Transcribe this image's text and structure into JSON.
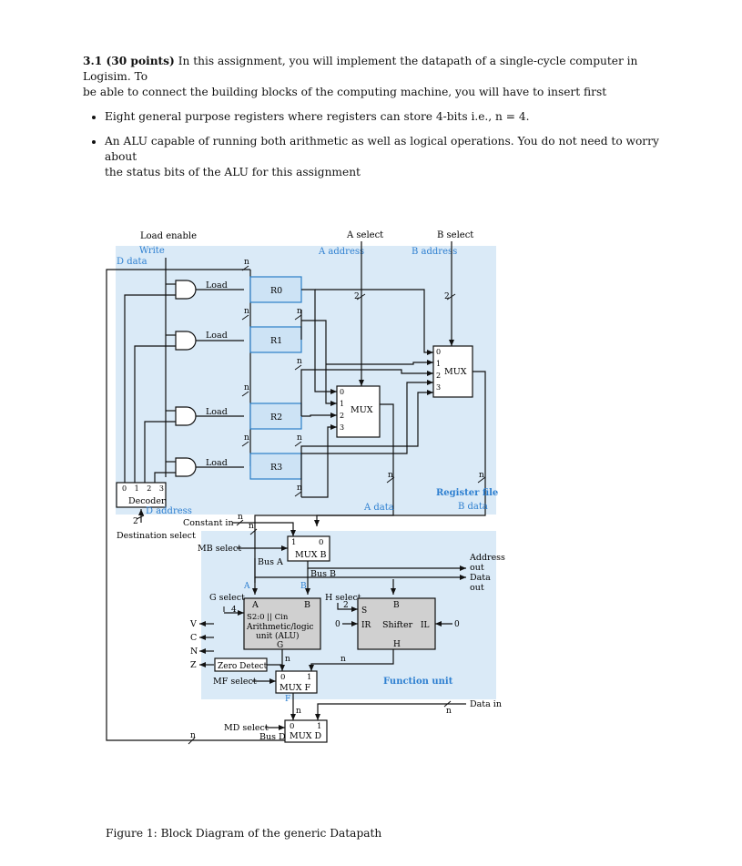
{
  "intro": {
    "heading": "3.1 (30 points)",
    "sentence_1": "In this assignment, you will implement the datapath of a single-cycle computer in Logisim. To",
    "sentence_2": "be able to connect the building blocks of the computing machine, you will have to insert first",
    "bullets": [
      "Eight general purpose registers where registers can store 4-bits i.e., n = 4.",
      "An ALU capable of running both arithmetic as well as logical operations. You do not need to worry about",
      "the status bits of the ALU for this assignment"
    ]
  },
  "diagram": {
    "labels": {
      "load_enable": "Load enable",
      "write": "Write",
      "d_data": "D data",
      "a_select": "A select",
      "a_address": "A address",
      "b_select": "B select",
      "b_address": "B address",
      "load": "Load",
      "registers": [
        "R0",
        "R1",
        "R2",
        "R3"
      ],
      "mux": "MUX",
      "mux_inputs": [
        "0",
        "1",
        "2",
        "3"
      ],
      "bus_width": "n",
      "select_width": "2",
      "decoder_outputs": "0 1 2 3",
      "decoder": "Decoder",
      "d_address": "D address",
      "destination_select": "Destination select",
      "constant_in": "Constant in",
      "mb_select": "MB select",
      "mux_b": "MUX B",
      "one": "1",
      "zero": "0",
      "bus_a": "Bus A",
      "bus_b": "Bus B",
      "a_data": "A data",
      "register_file": "Register file",
      "b_data": "B data",
      "address_out": "Address",
      "out": "out",
      "data_out": "Data",
      "g_select": "G select",
      "alu_a": "A",
      "alu_b": "B",
      "alu_sel": "S2:0 || Cin",
      "alu_name_1": "Arithmetic/logic",
      "alu_name_2": "unit (ALU)",
      "alu_g": "G",
      "g_sel_width": "4",
      "flags": [
        "V",
        "C",
        "N",
        "Z"
      ],
      "zero_detect": "Zero Detect",
      "h_select": "H select",
      "h_sel_width": "2",
      "shifter_s": "S",
      "shifter_ir": "IR",
      "shifter": "Shifter",
      "shifter_il": "IL",
      "shifter_b": "B",
      "shifter_h": "H",
      "function_unit": "Function unit",
      "mf_select": "MF select",
      "mux_f": "MUX F",
      "f": "F",
      "data_in": "Data in",
      "md_select": "MD select",
      "mux_d": "MUX D",
      "bus_d": "Bus D"
    }
  },
  "caption": "Figure 1: Block Diagram of the generic Datapath",
  "colors": {
    "register_file_bg": "#daeaf7",
    "register_fill": "#cde3f5",
    "register_border": "#2b7fc7",
    "blue_text": "#2d7fd0",
    "alu_fill": "#d0d0d0",
    "wire": "#111111"
  }
}
